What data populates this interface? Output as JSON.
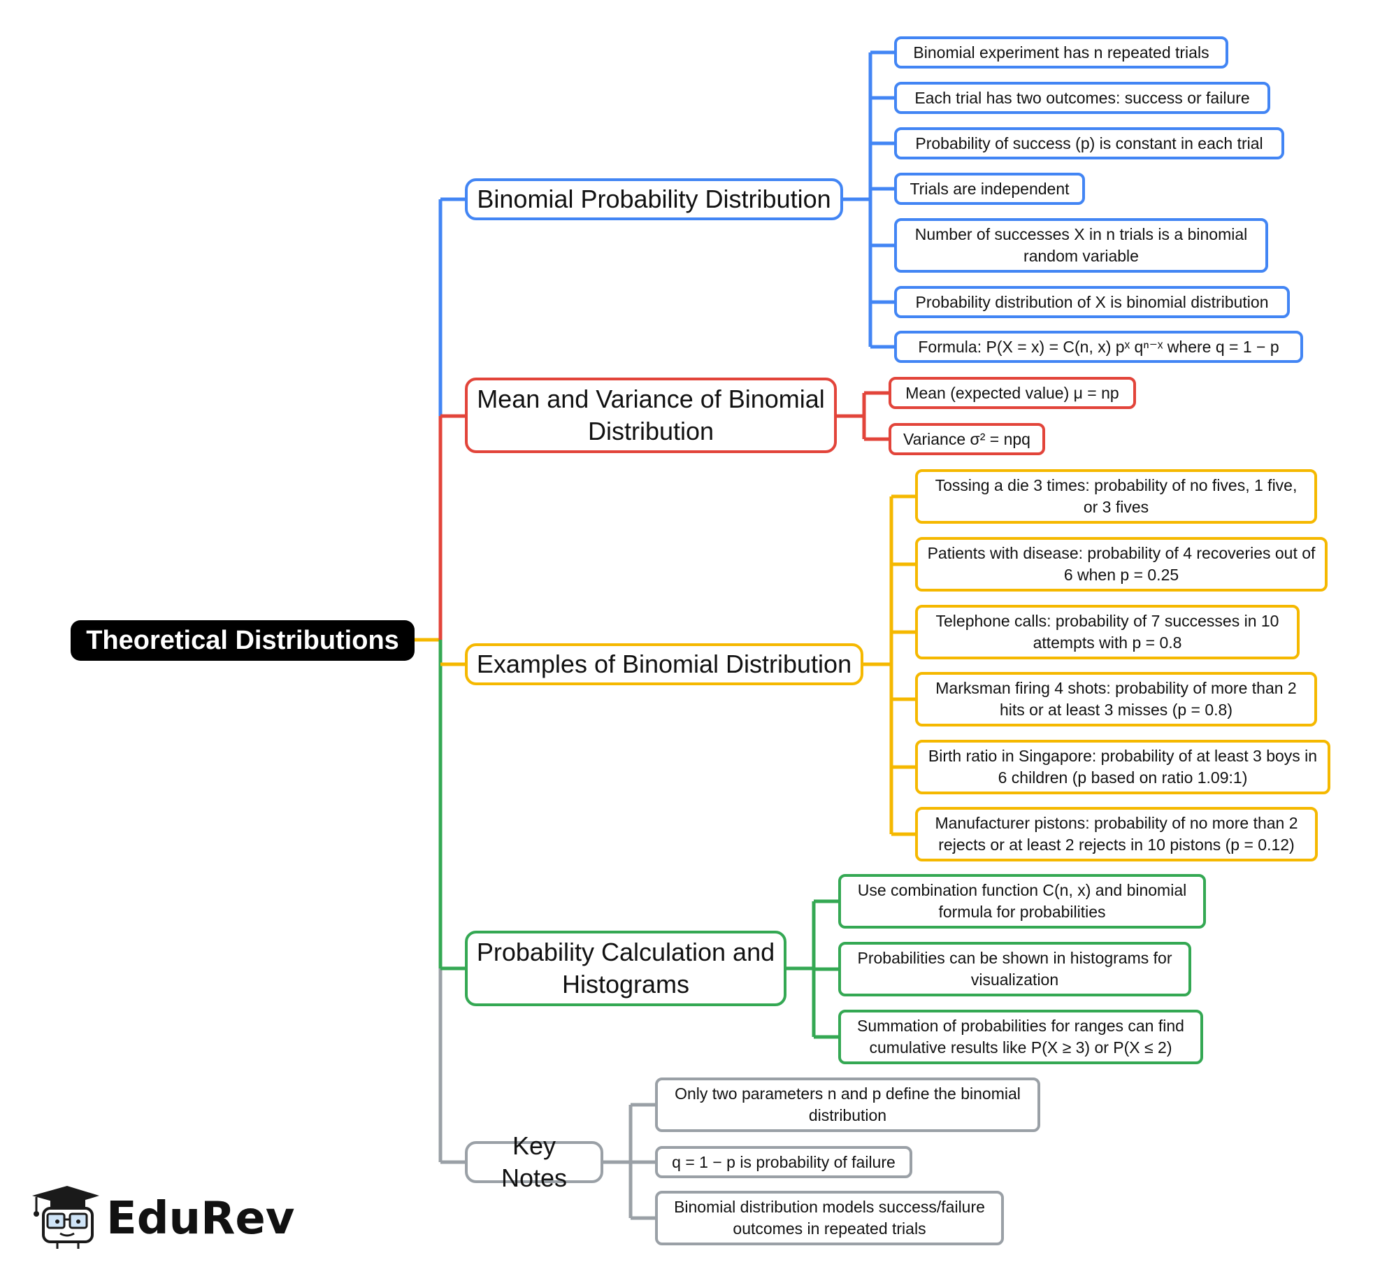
{
  "root": {
    "label": "Theoretical Distributions"
  },
  "colors": {
    "root": "#000000",
    "binomial": "#4285f4",
    "mean_variance": "#e2443a",
    "examples": "#f5b800",
    "calculation": "#34a853",
    "key_notes": "#9aa0a6"
  },
  "branches": [
    {
      "label": "Binomial Probability Distribution",
      "items": [
        "Binomial experiment has n repeated trials",
        "Each trial has two outcomes: success or failure",
        "Probability of success (p) is constant in each trial",
        "Trials are independent",
        "Number of successes X in n trials is a binomial random variable",
        "Probability distribution of X is binomial distribution",
        "Formula: P(X = x) = C(n, x) pˣ qⁿ⁻ˣ where q = 1 − p"
      ]
    },
    {
      "label": "Mean and Variance of Binomial Distribution",
      "items": [
        "Mean (expected value) μ = np",
        "Variance σ² = npq"
      ]
    },
    {
      "label": "Examples of Binomial Distribution",
      "items": [
        "Tossing a die 3 times: probability of no fives, 1 five, or 3 fives",
        "Patients with disease: probability of 4 recoveries out of 6 when p = 0.25",
        "Telephone calls: probability of 7 successes in 10 attempts with p = 0.8",
        "Marksman firing 4 shots: probability of more than 2 hits or at least 3 misses (p = 0.8)",
        "Birth ratio in Singapore: probability of at least 3 boys in 6 children (p based on ratio 1.09:1)",
        "Manufacturer pistons: probability of no more than 2 rejects or at least 2 rejects in 10 pistons (p = 0.12)"
      ]
    },
    {
      "label": "Probability Calculation and Histograms",
      "items": [
        "Use combination function C(n, x) and binomial formula for probabilities",
        "Probabilities can be shown in histograms for visualization",
        "Summation of probabilities for ranges can find cumulative results like P(X ≥ 3) or P(X ≤ 2)"
      ]
    },
    {
      "label": "Key Notes",
      "items": [
        "Only two parameters n and p define the binomial distribution",
        "q = 1 − p is probability of failure",
        "Binomial distribution models success/failure outcomes in repeated trials"
      ]
    }
  ],
  "logo": {
    "text": "EduRev",
    "icon": "graduation-cap-mascot-icon"
  }
}
